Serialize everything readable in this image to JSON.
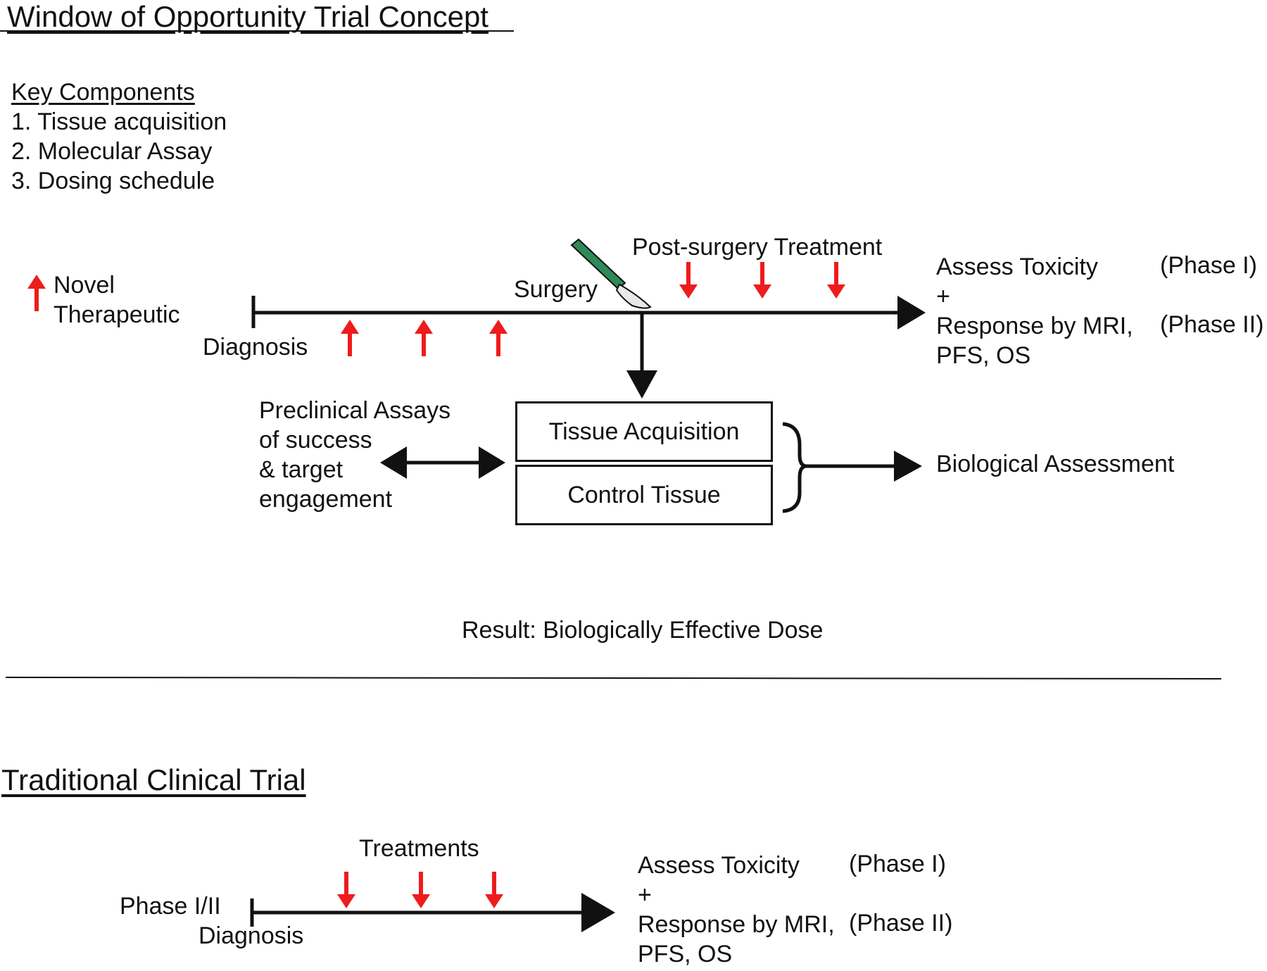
{
  "title": "Window of Opportunity Trial Concept",
  "key_components": {
    "heading": "Key Components",
    "items": [
      "1. Tissue acquisition",
      "2. Molecular Assay",
      "3. Dosing schedule"
    ]
  },
  "legend": {
    "line1": "Novel",
    "line2": "Therapeutic"
  },
  "woo": {
    "diagnosis": "Diagnosis",
    "surgery": "Surgery",
    "post_surgery": "Post-surgery Treatment",
    "assess_toxicity": "Assess Toxicity",
    "phase1": "(Phase I)",
    "plus": "+",
    "response": "Response by MRI,",
    "phase2": "(Phase II)",
    "pfs_os": "PFS, OS",
    "preclinical": [
      "Preclinical Assays",
      "of success",
      "& target",
      "engagement"
    ],
    "tissue_acquisition": "Tissue Acquisition",
    "control_tissue": "Control Tissue",
    "biological_assessment": "Biological Assessment",
    "result": "Result: Biologically Effective Dose"
  },
  "traditional": {
    "title": "Traditional Clinical Trial",
    "treatments": "Treatments",
    "phase_label": "Phase I/II",
    "diagnosis": "Diagnosis",
    "assess_toxicity": "Assess Toxicity",
    "phase1": "(Phase I)",
    "plus": "+",
    "response": "Response by MRI,",
    "phase2": "(Phase II)",
    "pfs_os": "PFS, OS"
  },
  "colors": {
    "arrow_red": "#ee1c1c",
    "line_black": "#111111",
    "scalpel_green": "#2e8b57"
  },
  "icons": [
    "red-up-arrow-icon",
    "red-down-arrow-icon",
    "scalpel-icon",
    "curly-brace-icon"
  ]
}
